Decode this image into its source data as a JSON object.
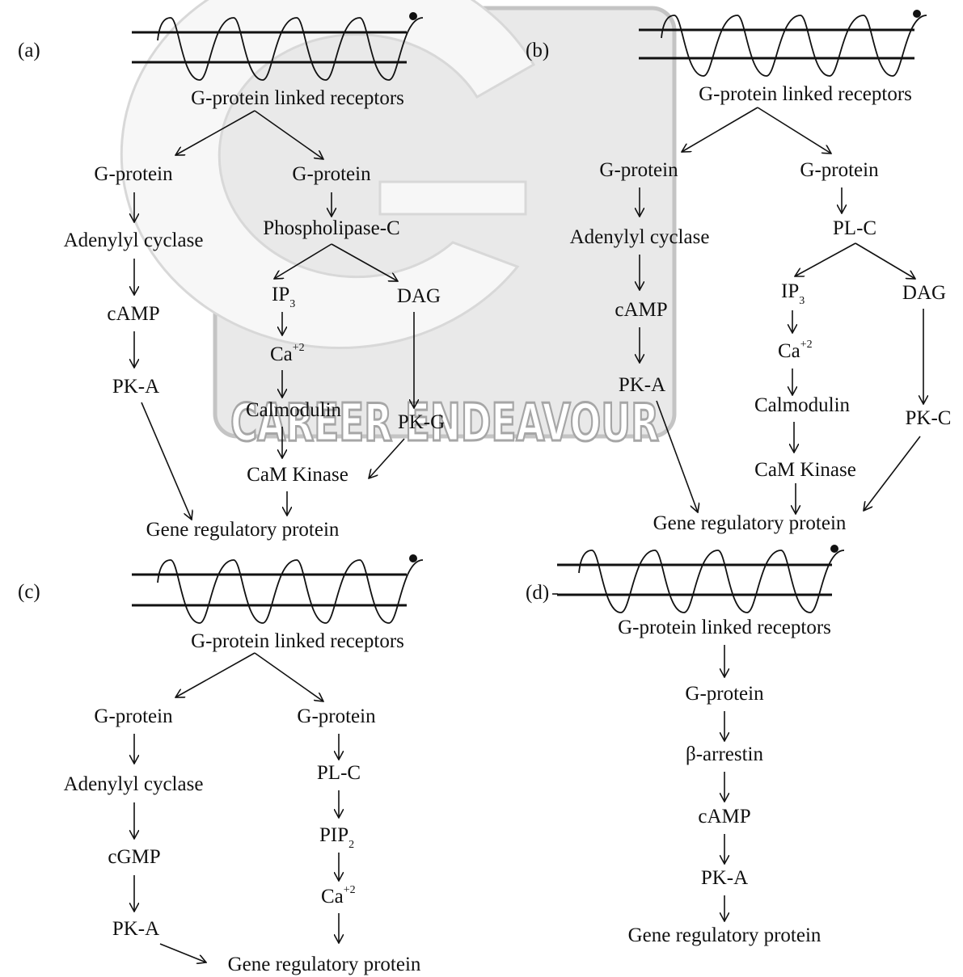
{
  "watermark": {
    "text": "CAREER ENDEAVOUR"
  },
  "panels": {
    "a": {
      "label": "(a)",
      "receptor": "G-protein linked receptors",
      "left": {
        "gprotein": "G-protein",
        "enzyme": "Adenylyl cyclase",
        "messenger": "cAMP",
        "kinase": "PK-A"
      },
      "right": {
        "gprotein": "G-protein",
        "enzyme": "Phospholipase-C",
        "ip3_base": "IP",
        "ip3_sub": "3",
        "dag": "DAG",
        "ca_base": "Ca",
        "ca_sup": "+2",
        "calmodulin": "Calmodulin",
        "pk": "PK-G",
        "cam_kinase": "CaM Kinase"
      },
      "target": "Gene regulatory protein"
    },
    "b": {
      "label": "(b)",
      "receptor": "G-protein linked receptors",
      "left": {
        "gprotein": "G-protein",
        "enzyme": "Adenylyl cyclase",
        "messenger": "cAMP",
        "kinase": "PK-A"
      },
      "right": {
        "gprotein": "G-protein",
        "enzyme": "PL-C",
        "ip3_base": "IP",
        "ip3_sub": "3",
        "dag": "DAG",
        "ca_base": "Ca",
        "ca_sup": "+2",
        "calmodulin": "Calmodulin",
        "pk": "PK-C",
        "cam_kinase": "CaM Kinase"
      },
      "target": "Gene regulatory protein"
    },
    "c": {
      "label": "(c)",
      "receptor": "G-protein linked receptors",
      "left": {
        "gprotein": "G-protein",
        "enzyme": "Adenylyl cyclase",
        "messenger": "cGMP",
        "kinase": "PK-A"
      },
      "right": {
        "gprotein": "G-protein",
        "enzyme": "PL-C",
        "pip2_base": "PIP",
        "pip2_sub": "2",
        "ca_base": "Ca",
        "ca_sup": "+2"
      },
      "target": "Gene regulatory protein"
    },
    "d": {
      "label": "(d)",
      "receptor": "G-protein linked receptors",
      "gprotein": "G-protein",
      "arrestin": "β-arrestin",
      "messenger": "cAMP",
      "kinase": "PK-A",
      "target": "Gene regulatory protein"
    }
  }
}
